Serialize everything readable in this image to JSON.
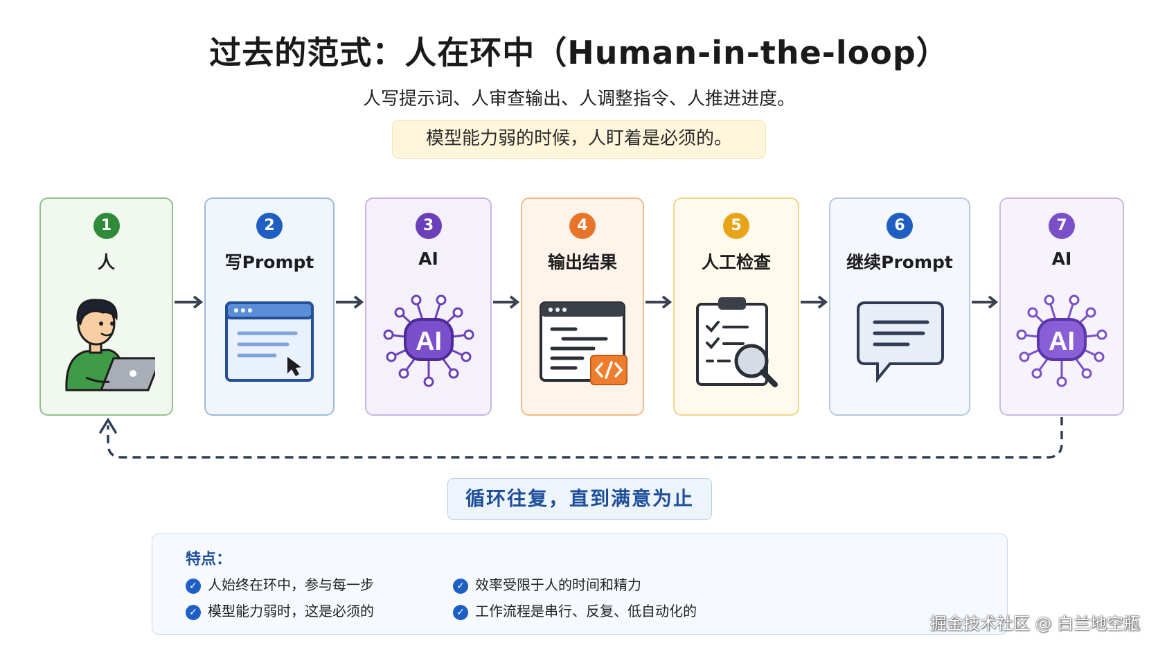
{
  "title": "过去的范式：人在环中（Human-in-the-loop）",
  "subtitle": "人写提示词、人审查输出、人调整指令、人推进进度。",
  "note": "模型能力弱的时候，人盯着是必须的。",
  "steps": [
    {
      "num": "1",
      "label": "人",
      "color": "#2f8a3a",
      "icon": "person-laptop-icon"
    },
    {
      "num": "2",
      "label": "写Prompt",
      "color": "#1f5fc2",
      "icon": "browser-window-icon"
    },
    {
      "num": "3",
      "label": "AI",
      "color": "#6b3fb8",
      "icon": "ai-chip-icon"
    },
    {
      "num": "4",
      "label": "输出结果",
      "color": "#e8742a",
      "icon": "code-output-icon"
    },
    {
      "num": "5",
      "label": "人工检查",
      "color": "#e8a419",
      "icon": "clipboard-check-icon"
    },
    {
      "num": "6",
      "label": "继续Prompt",
      "color": "#1f5fc2",
      "icon": "chat-bubble-icon"
    },
    {
      "num": "7",
      "label": "AI",
      "color": "#7a4fc8",
      "icon": "ai-chip-icon"
    }
  ],
  "loop_label": "循环往复，直到满意为止",
  "features": {
    "title": "特点：",
    "items": [
      "人始终在环中，参与每一步",
      "效率受限于人的时间和精力",
      "模型能力弱时，这是必须的",
      "工作流程是串行、反复、低自动化的"
    ]
  },
  "watermark": "掘金技术社区 @ 白兰地空瓶",
  "colors": {
    "accent_blue": "#1f4f9b",
    "arrow": "#3a4150",
    "ai_purple": "#6b3fb8"
  }
}
